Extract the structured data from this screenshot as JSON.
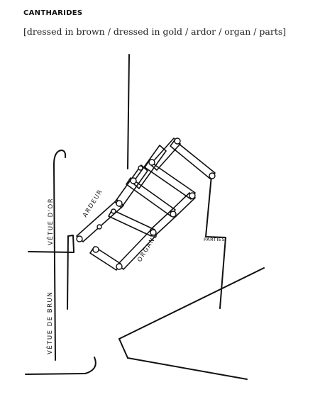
{
  "heading": "CANTHARIDES",
  "caption": "[dressed in brown / dressed in gold / ardor / organ / parts]",
  "drawing": {
    "label_brown": "VÊTUE DE BRUN",
    "label_gold": "VÊTUE D'OR",
    "label_ardor": "ARDEUR",
    "label_organ": "ORGANE",
    "label_parts": "PARTIES"
  }
}
